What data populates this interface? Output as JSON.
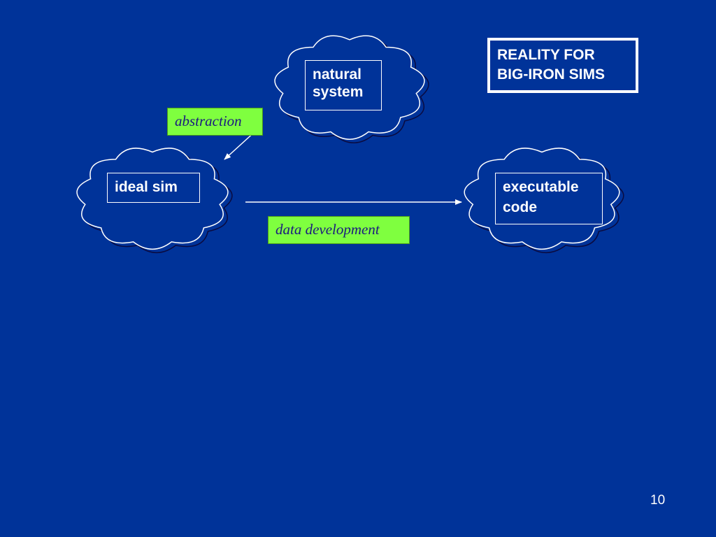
{
  "slide": {
    "title_lines": [
      "REALITY FOR",
      "BIG-IRON SIMS"
    ],
    "page_number": "10"
  },
  "nodes": {
    "natural_system": [
      "natural",
      "system"
    ],
    "ideal_sim": [
      "ideal sim"
    ],
    "executable_code": [
      "executable",
      "code"
    ]
  },
  "edges": {
    "abstraction": "abstraction",
    "data_development": "data development"
  },
  "colors": {
    "background": "#003399",
    "foreground": "#ffffff",
    "label_fill": "#7fff3f",
    "label_text": "#1a1a80"
  }
}
